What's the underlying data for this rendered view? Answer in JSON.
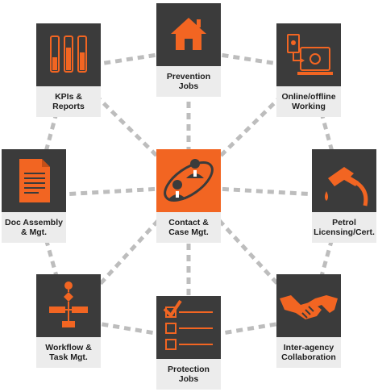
{
  "colors": {
    "accent": "#f26522",
    "tile_dark": "#3b3b3b",
    "label_bg": "#ececec",
    "connector": "#bdbdbd"
  },
  "center": {
    "label": "Contact &\nCase Mgt.",
    "icon": "people-orbit-icon"
  },
  "nodes": [
    {
      "id": "prevention",
      "label": "Prevention\nJobs",
      "icon": "house-icon"
    },
    {
      "id": "kpis",
      "label": "KPIs &\nReports",
      "icon": "bar-gauge-icon"
    },
    {
      "id": "online",
      "label": "Online/offline\nWorking",
      "icon": "devices-sync-icon"
    },
    {
      "id": "doc",
      "label": "Doc Assembly\n& Mgt.",
      "icon": "document-icon"
    },
    {
      "id": "petrol",
      "label": "Petrol\nLicensing/Cert.",
      "icon": "fuel-nozzle-icon"
    },
    {
      "id": "workflow",
      "label": "Workflow &\nTask Mgt.",
      "icon": "flowchart-icon"
    },
    {
      "id": "protection",
      "label": "Protection\nJobs",
      "icon": "checklist-icon"
    },
    {
      "id": "interagency",
      "label": "Inter-agency\nCollaboration",
      "icon": "handshake-icon"
    }
  ]
}
